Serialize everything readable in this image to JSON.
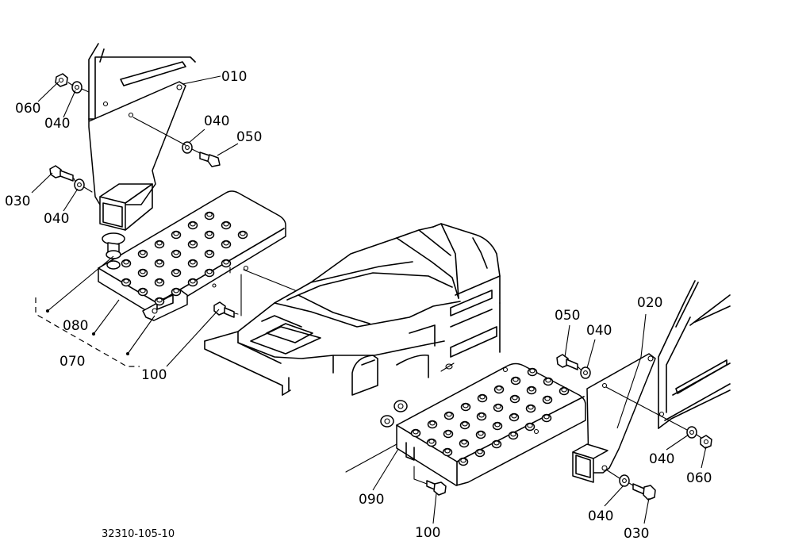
{
  "diagram": {
    "drawing_number": "32310-105-10",
    "callouts": {
      "c010": "010",
      "c060_l": "060",
      "c040_l1": "040",
      "c040_l2": "040",
      "c050_l": "050",
      "c030_l": "030",
      "c040_l3": "040",
      "c080": "080",
      "c070": "070",
      "c100_l": "100",
      "c050_r": "050",
      "c040_r1": "040",
      "c020": "020",
      "c040_r2": "040",
      "c060_r": "060",
      "c090": "090",
      "c100_r": "100",
      "c040_r3": "040",
      "c030_r": "030"
    }
  }
}
